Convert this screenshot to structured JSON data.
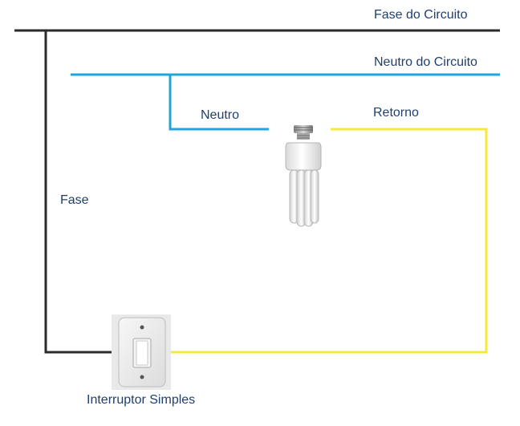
{
  "labels": {
    "fase_circuito": "Fase do Circuito",
    "neutro_circuito": "Neutro do Circuito",
    "neutro": "Neutro",
    "retorno": "Retorno",
    "fase": "Fase",
    "interruptor": "Interruptor Simples"
  },
  "colors": {
    "fase_wire": "#2b2b2b",
    "neutro_wire": "#1ea6dc",
    "retorno_wire": "#f4ea3c",
    "label_text": "#1f3f6e"
  },
  "icons": {
    "lamp": "cfl-bulb-icon",
    "switch": "wall-switch-icon"
  }
}
